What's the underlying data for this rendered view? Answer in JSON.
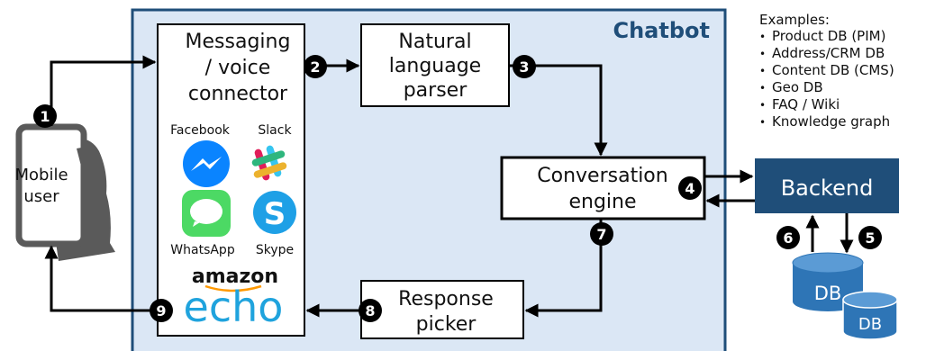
{
  "chatbot_title": "Chatbot",
  "mobile_user": {
    "line1": "Mobile",
    "line2": "user"
  },
  "connector": {
    "line1": "Messaging",
    "line2": "/ voice",
    "line3": "connector"
  },
  "parser": {
    "line1": "Natural",
    "line2": "language",
    "line3": "parser"
  },
  "engine": {
    "line1": "Conversation",
    "line2": "engine"
  },
  "picker": {
    "line1": "Response",
    "line2": "picker"
  },
  "backend": "Backend",
  "db_primary": "DB",
  "db_secondary": "DB",
  "channels": {
    "facebook": "Facebook",
    "slack": "Slack",
    "whatsapp": "WhatsApp",
    "skype": "Skype"
  },
  "amazon_echo": {
    "line1": "amazon",
    "line2": "echo"
  },
  "examples": {
    "heading": "Examples:",
    "items": [
      "Product DB (PIM)",
      "Address/CRM DB",
      "Content DB (CMS)",
      "Geo DB",
      "FAQ / Wiki",
      "Knowledge graph"
    ]
  },
  "steps": [
    "1",
    "2",
    "3",
    "4",
    "5",
    "6",
    "7",
    "8",
    "9"
  ],
  "colors": {
    "chatbot_fill": "#dbe7f5",
    "chatbot_border": "#1f4e79",
    "backend_fill": "#1f4e79",
    "db_fill": "#2e75b6",
    "messenger_blue": "#0a84ff",
    "whatsapp_green": "#4cd964",
    "skype_blue": "#1ea0e6",
    "echo_blue": "#1fa3dd"
  }
}
